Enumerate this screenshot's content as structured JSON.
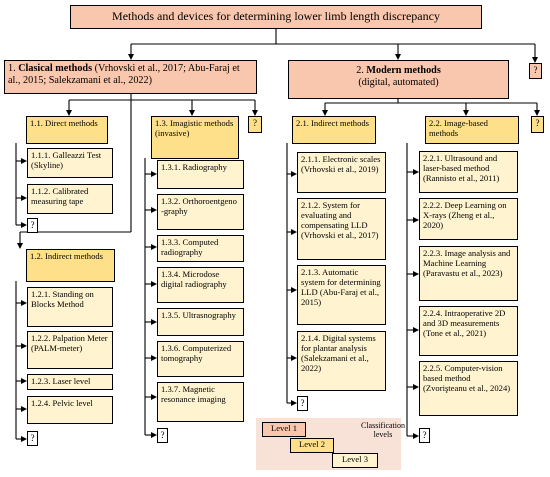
{
  "title": "Methods and devices for determining lower limb length discrepancy",
  "classical": {
    "number": "1.",
    "bold": "Clasical methods",
    "refs": "(Vrhovski et al., 2017; Abu-Faraj et al., 2015; Salekzamani et al., 2022)",
    "direct": {
      "label": "1.1. Direct methods",
      "items": [
        "1.1.1. Galleazzi Test (Skyline)",
        "1.1.2. Calibrated measuring tape"
      ]
    },
    "imagistic": {
      "label": "1.3. Imagistic methods (invasive)",
      "items": [
        "1.3.1. Radiography",
        "1.3.2. Orthoroentgeno -graphy",
        "1.3.3. Computed radiography",
        "1.3.4. Microdose digital radiography",
        "1.3.5. Ultrasnography",
        "1.3.6. Computerized tomography",
        "1.3.7. Magnetic resonance imaging"
      ]
    },
    "indirect": {
      "label": "1.2. Indirect methods",
      "items": [
        "1.2.1. Standing on Blocks Method",
        "1.2.2. Palpation Meter (PALM-meter)",
        "1.2.3. Laser level",
        "1.2.4. Pelvic level"
      ]
    }
  },
  "modern": {
    "number": "2.",
    "bold": "Modern methods",
    "subtitle": "(digital, automated)",
    "indirect": {
      "label": "2.1. Indirect methods",
      "items": [
        "2.1.1. Electronic scales (Vrhovski et al., 2019)",
        "2.1.2. System for evaluating and compensating LLD (Vrhovski et al., 2017)",
        "2.1.3. Automatic system for determining LLD (Abu-Faraj et al., 2015)",
        "2.1.4. Digital systems for plantar analysis (Salekzamani et al., 2022)"
      ]
    },
    "image": {
      "label": "2.2. Image-based methods",
      "items": [
        "2.2.1. Ultrasound and laser-based method (Rannisto et al., 2011)",
        "2.2.2. Deep Learning on X-rays (Zheng et al., 2020)",
        "2.2.3. Image analysis and Machine Learning (Paravastu et al., 2023)",
        "2.2.4. Intraoperative 2D and 3D measurements (Tone et al., 2021)",
        "2.2.5. Computer-vision based method (Zvorişteanu et al., 2024)"
      ]
    }
  },
  "unknown": "?",
  "legend": {
    "caption": "Classification levels",
    "level1": "Level 1",
    "level2": "Level 2",
    "level3": "Level 3"
  },
  "colors": {
    "level1": "#f9c7ad",
    "level2": "#ffe08a",
    "level3": "#fff3d0",
    "legend_bg": "#f8e1d6"
  }
}
